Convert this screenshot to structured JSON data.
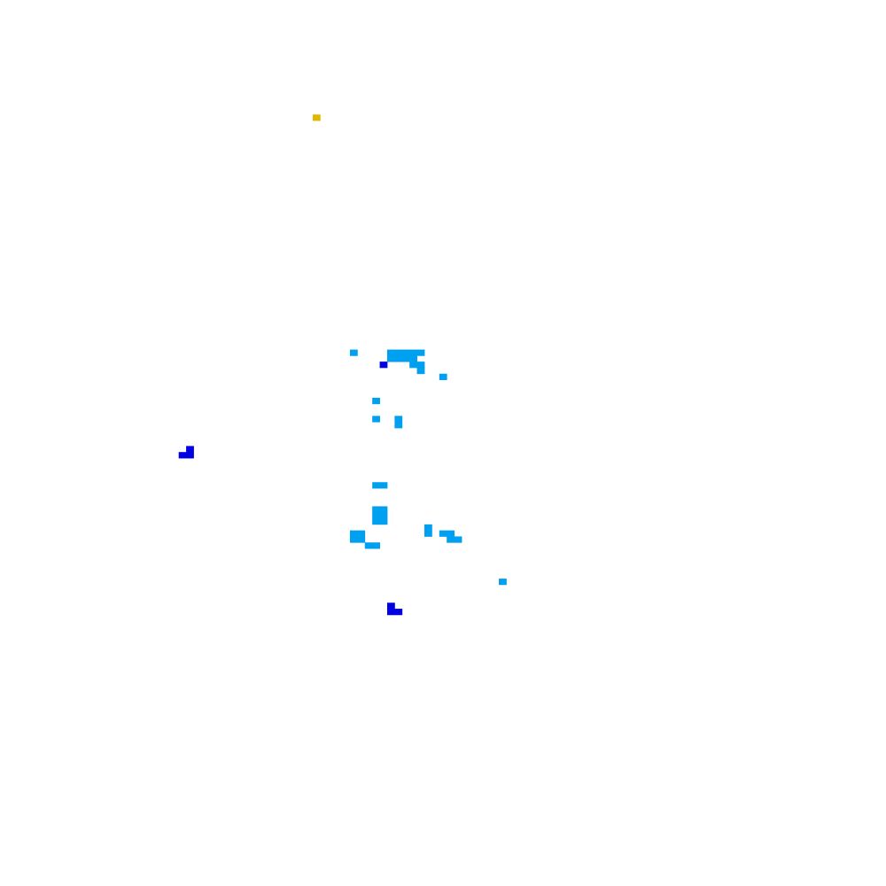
{
  "palette": {
    "background": "#ffffff",
    "light_blue": "#00a0f0",
    "dark_blue": "#0000e0",
    "yellow": "#e0b800"
  },
  "grid": {
    "columns": 119,
    "rows": 147
  },
  "cells": [
    {
      "col": 42,
      "row": 19,
      "color": "yellow"
    },
    {
      "col": 47,
      "row": 58,
      "color": "light_blue"
    },
    {
      "col": 52,
      "row": 58,
      "color": "light_blue"
    },
    {
      "col": 53,
      "row": 58,
      "color": "light_blue"
    },
    {
      "col": 54,
      "row": 58,
      "color": "light_blue"
    },
    {
      "col": 55,
      "row": 58,
      "color": "light_blue"
    },
    {
      "col": 56,
      "row": 58,
      "color": "light_blue"
    },
    {
      "col": 52,
      "row": 59,
      "color": "light_blue"
    },
    {
      "col": 53,
      "row": 59,
      "color": "light_blue"
    },
    {
      "col": 54,
      "row": 59,
      "color": "light_blue"
    },
    {
      "col": 55,
      "row": 59,
      "color": "light_blue"
    },
    {
      "col": 51,
      "row": 60,
      "color": "dark_blue"
    },
    {
      "col": 55,
      "row": 60,
      "color": "light_blue"
    },
    {
      "col": 56,
      "row": 60,
      "color": "light_blue"
    },
    {
      "col": 56,
      "row": 61,
      "color": "light_blue"
    },
    {
      "col": 59,
      "row": 62,
      "color": "light_blue"
    },
    {
      "col": 50,
      "row": 66,
      "color": "light_blue"
    },
    {
      "col": 50,
      "row": 69,
      "color": "light_blue"
    },
    {
      "col": 53,
      "row": 69,
      "color": "light_blue"
    },
    {
      "col": 53,
      "row": 70,
      "color": "light_blue"
    },
    {
      "col": 25,
      "row": 74,
      "color": "dark_blue"
    },
    {
      "col": 24,
      "row": 75,
      "color": "dark_blue"
    },
    {
      "col": 25,
      "row": 75,
      "color": "dark_blue"
    },
    {
      "col": 50,
      "row": 80,
      "color": "light_blue"
    },
    {
      "col": 51,
      "row": 80,
      "color": "light_blue"
    },
    {
      "col": 50,
      "row": 84,
      "color": "light_blue"
    },
    {
      "col": 51,
      "row": 84,
      "color": "light_blue"
    },
    {
      "col": 50,
      "row": 85,
      "color": "light_blue"
    },
    {
      "col": 51,
      "row": 85,
      "color": "light_blue"
    },
    {
      "col": 50,
      "row": 86,
      "color": "light_blue"
    },
    {
      "col": 51,
      "row": 86,
      "color": "light_blue"
    },
    {
      "col": 57,
      "row": 87,
      "color": "light_blue"
    },
    {
      "col": 57,
      "row": 88,
      "color": "light_blue"
    },
    {
      "col": 59,
      "row": 88,
      "color": "light_blue"
    },
    {
      "col": 60,
      "row": 88,
      "color": "light_blue"
    },
    {
      "col": 60,
      "row": 89,
      "color": "light_blue"
    },
    {
      "col": 61,
      "row": 89,
      "color": "light_blue"
    },
    {
      "col": 47,
      "row": 88,
      "color": "light_blue"
    },
    {
      "col": 48,
      "row": 88,
      "color": "light_blue"
    },
    {
      "col": 47,
      "row": 89,
      "color": "light_blue"
    },
    {
      "col": 48,
      "row": 89,
      "color": "light_blue"
    },
    {
      "col": 49,
      "row": 90,
      "color": "light_blue"
    },
    {
      "col": 50,
      "row": 90,
      "color": "light_blue"
    },
    {
      "col": 67,
      "row": 96,
      "color": "light_blue"
    },
    {
      "col": 52,
      "row": 100,
      "color": "dark_blue"
    },
    {
      "col": 52,
      "row": 101,
      "color": "dark_blue"
    },
    {
      "col": 53,
      "row": 101,
      "color": "dark_blue"
    }
  ]
}
